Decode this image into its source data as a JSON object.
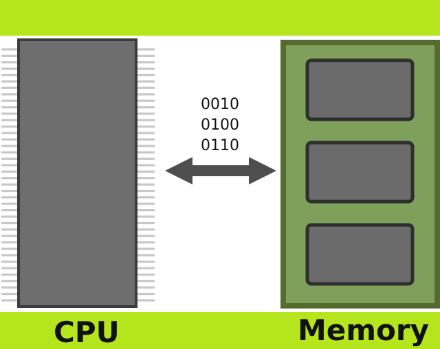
{
  "colors": {
    "background": "#b5e61d",
    "panel": "#ffffff",
    "chip_body": "#6e6e6e",
    "chip_border": "#3c3c3c",
    "pin": "#c8c8c8",
    "memory_outer": "#556b2f",
    "memory_fill": "#7fa05a",
    "memory_slot": "#6b6b6b",
    "arrow": "#4e4e4e",
    "text": "#111111"
  },
  "diagram": {
    "cpu": {
      "label": "CPU",
      "pins_per_side": 40
    },
    "memory": {
      "label": "Memory",
      "slot_count": 3
    },
    "bus": {
      "direction": "bidirectional",
      "data_words": [
        "0010",
        "0100",
        "0110"
      ]
    }
  }
}
